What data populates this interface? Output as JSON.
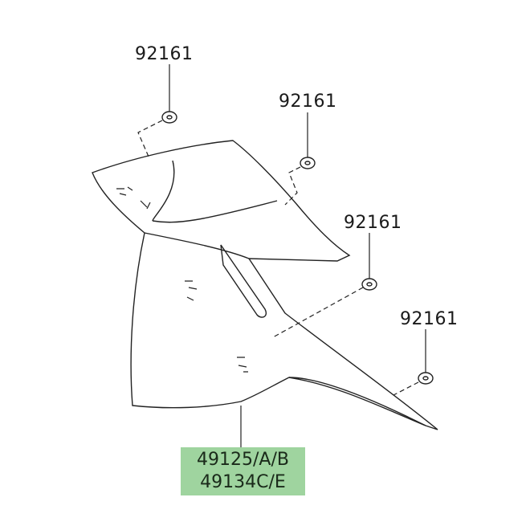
{
  "callouts": [
    {
      "part_number": "92161"
    },
    {
      "part_number": "92161"
    },
    {
      "part_number": "92161"
    },
    {
      "part_number": "92161"
    }
  ],
  "main_part": {
    "line1": "49125/A/B",
    "line2": "49134C/E",
    "highlight_color": "#9fd49f"
  }
}
